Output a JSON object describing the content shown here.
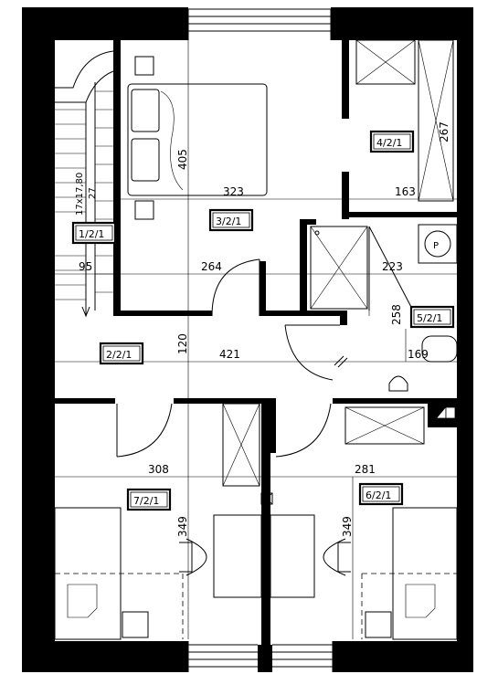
{
  "rooms": [
    {
      "id": "r1",
      "label": "1/2/1"
    },
    {
      "id": "r2",
      "label": "2/2/1"
    },
    {
      "id": "r3",
      "label": "3/2/1"
    },
    {
      "id": "r4",
      "label": "4/2/1"
    },
    {
      "id": "r5",
      "label": "5/2/1"
    },
    {
      "id": "r6",
      "label": "6/2/1"
    },
    {
      "id": "r7",
      "label": "7/2/1"
    }
  ],
  "dimensions": {
    "d405": "405",
    "d323": "323",
    "d163": "163",
    "d267": "267",
    "d264": "264",
    "d95": "95",
    "d223": "223",
    "d258": "258",
    "d120": "120",
    "d421": "421",
    "d169": "169",
    "d308": "308",
    "d281": "281",
    "d349a": "349",
    "d349b": "349"
  },
  "stairs": {
    "spec_line1": "17x17,80",
    "spec_line2": "27"
  },
  "fixtures": {
    "boiler_symbol": "P"
  }
}
